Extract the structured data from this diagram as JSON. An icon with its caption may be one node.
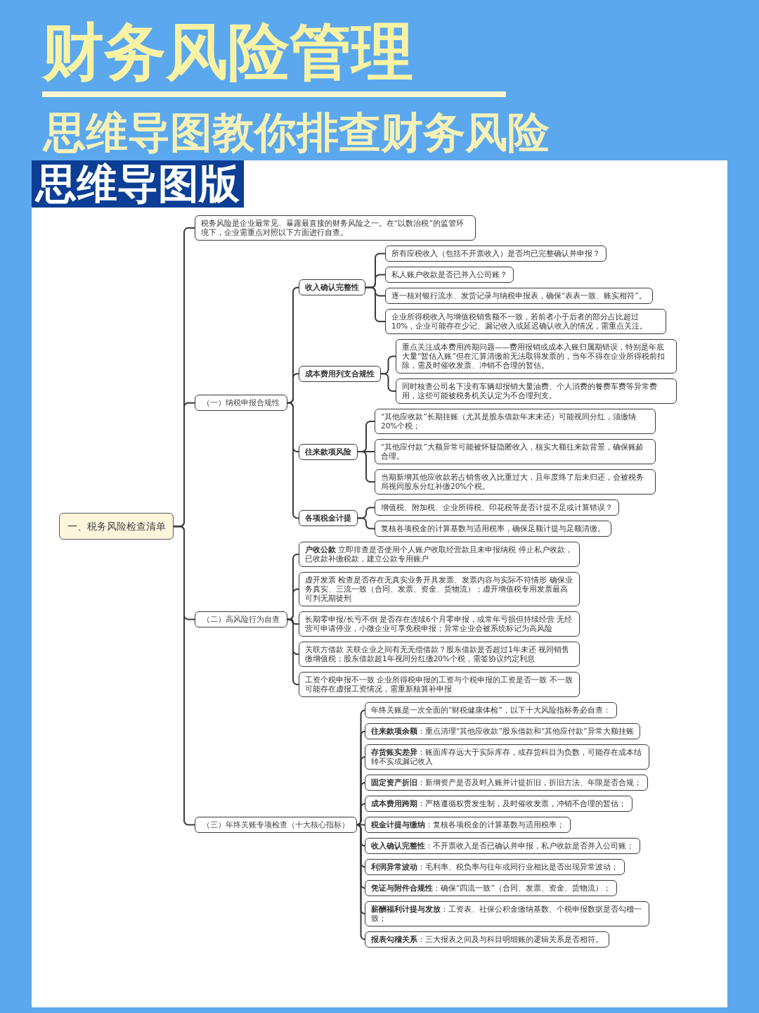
{
  "diagram": {
    "title": "财务风险管理",
    "nodes": [
      {
        "text": [
          "一、税务风险检查清单"
        ]
      },
      {
        "text": [
          "税务风险是企业最常见、暴露最直接的财务风险之一。在“以数治税”的监管环境下，企业需重点对照以下方面进行自查。"
        ]
      },
      {
        "text": [
          "（一）纳税申报合规性"
        ]
      },
      {
        "text": [
          "收入确认完整性"
        ]
      },
      {
        "text": [
          "所有应税收入（包括不开票收入）是否均已完整确认并申报？"
        ]
      },
      {
        "text": [
          "私人账户收款是否已并入公司账？"
        ]
      },
      {
        "text": [
          "逐一核对银行流水、发货记录与纳税申报表，确保“表表一致、账实相符”。"
        ]
      },
      {
        "text": [
          "企业所得税收入与增值税销售额不一致，若前者小于后者的部分占比超过10%，企业可能存在少记、漏记收入或延迟确认收入的情况，需重点关注。"
        ]
      },
      {
        "text": [
          "成本费用列支合规性"
        ]
      },
      {
        "text": [
          "重点关注成本费用跨期问题——费用报销或成本入账归属期错误，特别是年底大量“暂估入账”但在汇算清缴前无法取得发票的，当年不得在企业所得税前扣除，需及时催收发票、冲销不合理的暂估。"
        ]
      },
      {
        "text": [
          "同时核查公司名下没有车辆却报销大量油费、个人消费的餐费车费等异常费用，这些可能被税务机关认定为不合理列支。"
        ]
      },
      {
        "text": [
          "往来款项风险"
        ]
      },
      {
        "text": [
          "“其他应收款”长期挂账（尤其是股东借款年末未还）可能视同分红，须缴纳20%个税；"
        ]
      },
      {
        "text": [
          "“其他应付款”大额异常可能被怀疑隐匿收入，核实大额往来款背景，确保账龄合理。"
        ]
      },
      {
        "text": [
          "当期新增其他应收款若占销售收入比重过大，且年度终了后未归还，会被税务局视同股东分红补缴20%个税。"
        ]
      },
      {
        "text": [
          "各项税金计提"
        ]
      },
      {
        "text": [
          "增值税、附加税、企业所得税、印花税等是否计提不足或计算错误？"
        ]
      },
      {
        "text": [
          "复核各项税金的计算基数与适用税率，确保足额计提与足额清缴。"
        ]
      },
      {
        "text": [
          "（二）高风险行为自查"
        ]
      },
      {
        "text": [
          "**户收公款** 立即排查是否使用个人账户收取经营款且未申报纳税 停止私户收款，已收款补缴税款，建立公款专用账户"
        ]
      },
      {
        "text": [
          "虚开发票 检查是否存在无真实业务开具发票、发票内容与实际不符情形 确保业务真实、三流一致（合同、发票、资金、货物流）；虚开增值税专用发票最高可判无期徒刑"
        ]
      },
      {
        "text": [
          "长期零申报/长亏不倒 是否存在连续6个月零申报，或常年亏损但持续经营 无经营可申请停业，小微企业可享免税申报；异常企业会被系统标记为高风险"
        ]
      },
      {
        "text": [
          "关联方借款 关联企业之间有无无偿借款？股东借款是否超过1年未还 视同销售缴增值税；股东借款超1年视同分红缴20%个税，需签协议约定利息"
        ]
      },
      {
        "text": [
          "工资个税申报不一致 企业所得税申报的工资与个税申报的工资是否一致 不一致可能存在虚报工资情况，需重新核算补申报"
        ]
      },
      {
        "text": [
          "（三）年终关账专项检查（十大核心指标）"
        ]
      },
      {
        "text": [
          "年终关账是一次全面的“财税健康体检”，以下十大风险指标务必自查："
        ]
      },
      {
        "text": [
          "**往来款项余额**：重点清理“其他应收款”股东借款和“其他应付款”异常大额挂账"
        ]
      },
      {
        "text": [
          "**存货账实差异**：账面库存远大于实际库存，或存货科目为负数，可能存在成本结转不实或漏记收入"
        ]
      },
      {
        "text": [
          "**固定资产折旧**：新增资产是否及时入账并计提折旧，折旧方法、年限是否合规；"
        ]
      },
      {
        "text": [
          "**成本费用跨期**：严格遵循权责发生制，及时催收发票，冲销不合理的暂估；"
        ]
      },
      {
        "text": [
          "**税金计提与缴纳**：复核各项税金的计算基数与适用税率；"
        ]
      },
      {
        "text": [
          "**收入确认完整性**：不开票收入是否已确认并申报，私户收款是否并入公司账；"
        ]
      },
      {
        "text": [
          "**利润异常波动**：毛利率、税负率与往年或同行业相比是否出现异常波动；"
        ]
      },
      {
        "text": [
          "**凭证与附件合规性**：确保“四流一致”（合同、发票、资金、货物流）；"
        ]
      },
      {
        "text": [
          "**薪酬福利计提与发放**：工资表、社保公积金缴纳基数、个税申报数据是否勾稽一致；"
        ]
      },
      {
        "text": [
          "**报表勾稽关系**：三大报表之间及与科目明细账的逻辑关系是否相符。"
        ]
      }
    ],
    "edges": [
      {
        "from": 0,
        "to": 1,
        "arrow": "none"
      },
      {
        "from": 0,
        "to": 2,
        "arrow": "none"
      },
      {
        "from": 0,
        "to": 18,
        "arrow": "none"
      },
      {
        "from": 0,
        "to": 24,
        "arrow": "none"
      },
      {
        "from": 2,
        "to": 3,
        "arrow": "none"
      },
      {
        "from": 2,
        "to": 8,
        "arrow": "none"
      },
      {
        "from": 2,
        "to": 11,
        "arrow": "none"
      },
      {
        "from": 2,
        "to": 15,
        "arrow": "none"
      },
      {
        "from": 3,
        "to": 4,
        "arrow": "none"
      },
      {
        "from": 3,
        "to": 5,
        "arrow": "none"
      },
      {
        "from": 3,
        "to": 6,
        "arrow": "none"
      },
      {
        "from": 3,
        "to": 7,
        "arrow": "none"
      },
      {
        "from": 8,
        "to": 9,
        "arrow": "none"
      },
      {
        "from": 8,
        "to": 10,
        "arrow": "none"
      },
      {
        "from": 11,
        "to": 12,
        "arrow": "none"
      },
      {
        "from": 11,
        "to": 13,
        "arrow": "none"
      },
      {
        "from": 11,
        "to": 14,
        "arrow": "none"
      },
      {
        "from": 15,
        "to": 16,
        "arrow": "none"
      },
      {
        "from": 15,
        "to": 17,
        "arrow": "none"
      },
      {
        "from": 18,
        "to": 19,
        "arrow": "none"
      },
      {
        "from": 18,
        "to": 20,
        "arrow": "none"
      },
      {
        "from": 18,
        "to": 21,
        "arrow": "none"
      },
      {
        "from": 18,
        "to": 22,
        "arrow": "none"
      },
      {
        "from": 18,
        "to": 23,
        "arrow": "none"
      },
      {
        "from": 24,
        "to": 25,
        "arrow": "none"
      },
      {
        "from": 24,
        "to": 26,
        "arrow": "none"
      },
      {
        "from": 24,
        "to": 27,
        "arrow": "none"
      },
      {
        "from": 24,
        "to": 28,
        "arrow": "none"
      },
      {
        "from": 24,
        "to": 29,
        "arrow": "none"
      },
      {
        "from": 24,
        "to": 30,
        "arrow": "none"
      },
      {
        "from": 24,
        "to": 31,
        "arrow": "none"
      },
      {
        "from": 24,
        "to": 32,
        "arrow": "none"
      },
      {
        "from": 24,
        "to": 33,
        "arrow": "none"
      },
      {
        "from": 24,
        "to": 34,
        "arrow": "none"
      },
      {
        "from": 24,
        "to": 35,
        "arrow": "none"
      }
    ],
    "labels": [
      "思维导图教你排查财务风险",
      "思维导图版"
    ]
  }
}
